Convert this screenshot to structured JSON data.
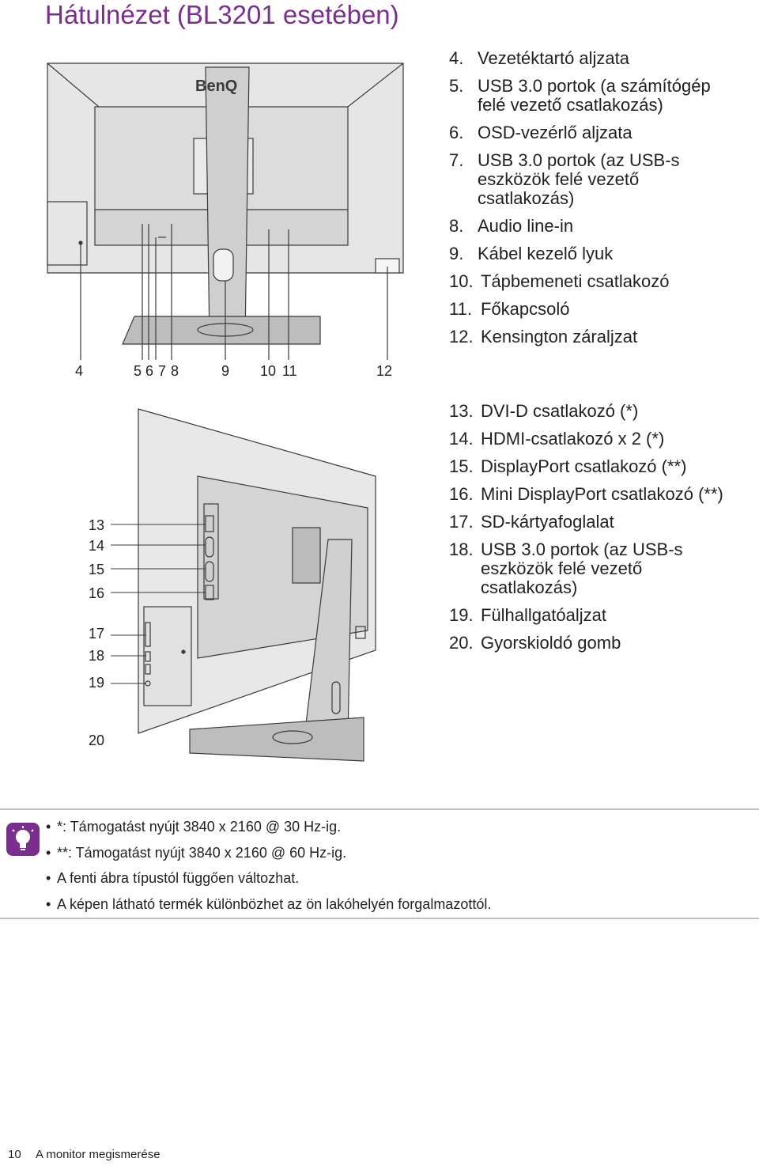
{
  "page": {
    "title": "Hátulnézet (BL3201 esetében)",
    "footer_page": "10",
    "footer_section": "A monitor megismerése"
  },
  "top_list": [
    {
      "num": "4.",
      "text": "Vezetéktartó aljzata"
    },
    {
      "num": "5.",
      "text": "USB 3.0 portok (a számítógép",
      "text2": "felé vezető csatlakozás)"
    },
    {
      "num": "6.",
      "text": "OSD-vezérlő aljzata"
    },
    {
      "num": "7.",
      "text": "USB 3.0 portok (az USB-s",
      "text2": "eszközök felé vezető",
      "text3": "csatlakozás)"
    },
    {
      "num": "8.",
      "text": "Audio line-in"
    },
    {
      "num": "9.",
      "text": "Kábel kezelő lyuk"
    },
    {
      "num": "10.",
      "text": "Tápbemeneti csatlakozó"
    },
    {
      "num": "11.",
      "text": "Főkapcsoló"
    },
    {
      "num": "12.",
      "text": "Kensington záraljzat"
    }
  ],
  "bottom_list": [
    {
      "num": "13.",
      "text": "DVI-D csatlakozó (*)"
    },
    {
      "num": "14.",
      "text": "HDMI-csatlakozó x 2 (*)"
    },
    {
      "num": "15.",
      "text": "DisplayPort csatlakozó (**)"
    },
    {
      "num": "16.",
      "text": "Mini DisplayPort csatlakozó (**)"
    },
    {
      "num": "17.",
      "text": "SD-kártyafoglalat"
    },
    {
      "num": "18.",
      "text": "USB 3.0 portok (az USB-s",
      "text2": "eszközök felé vezető",
      "text3": "csatlakozás)"
    },
    {
      "num": "19.",
      "text": "Fülhallgatóaljzat"
    },
    {
      "num": "20.",
      "text": "Gyorskioldó gomb"
    }
  ],
  "rear_callouts": {
    "c4": "4",
    "c5": "5",
    "c6": "6",
    "c7": "7",
    "c8": "8",
    "c9": "9",
    "c10": "10",
    "c11": "11",
    "c12": "12"
  },
  "side_callouts": {
    "c13": "13",
    "c14": "14",
    "c15": "15",
    "c16": "16",
    "c17": "17",
    "c18": "18",
    "c19": "19",
    "c20": "20"
  },
  "brand_logo": "BenQ",
  "notes": [
    "*: Támogatást nyújt 3840 x 2160 @ 30 Hz-ig.",
    "**: Támogatást nyújt 3840 x 2160 @ 60 Hz-ig.",
    "A fenti ábra típustól függően változhat.",
    "A képen látható termék különbözhet az ön lakóhelyén forgalmazottól."
  ],
  "colors": {
    "title": "#7a2f8f",
    "note_icon": "#7a2f8f",
    "line_art": "#3a3a3a",
    "panel_fill": "#d9d9d9"
  }
}
